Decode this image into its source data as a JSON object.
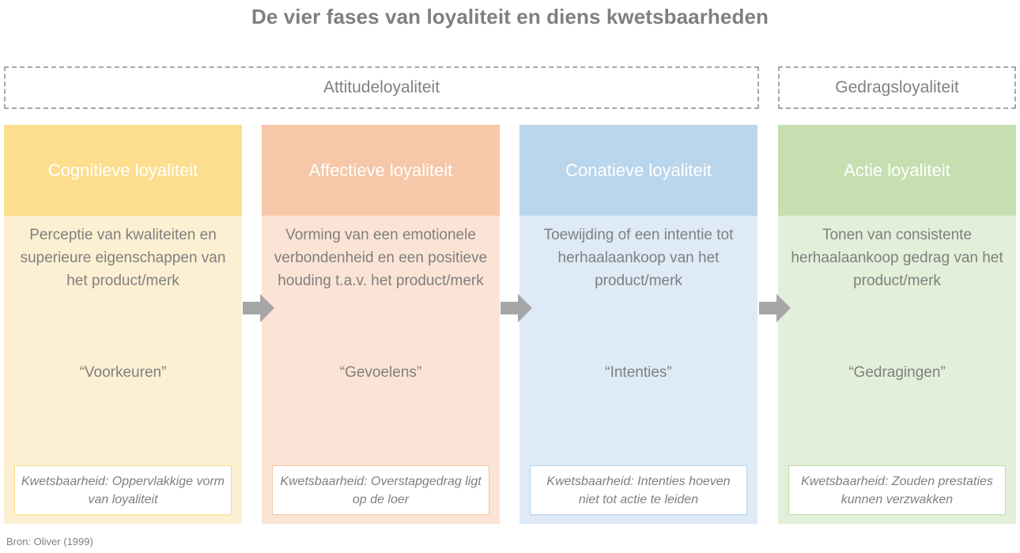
{
  "title": "De vier fases van loyaliteit en diens kwetsbaarheden",
  "groups": [
    {
      "label": "Attitudeloyaliteit"
    },
    {
      "label": "Gedragsloyaliteit"
    }
  ],
  "columns": [
    {
      "header": "Cognitieve loyaliteit",
      "description": "Perceptie van kwaliteiten en superieure eigenschappen van het product/merk",
      "quote": "“Voorkeuren”",
      "vulnerability": "Kwetsbaarheid: Oppervlakkige vorm van loyaliteit",
      "header_color": "#FCDE8E",
      "body_color": "#FDF0D2",
      "border_color": "#F7DC8A"
    },
    {
      "header": "Affectieve loyaliteit",
      "description": "Vorming van een emotionele verbondenheid en een positieve houding t.a.v. het product/merk",
      "quote": "“Gevoelens”",
      "vulnerability": "Kwetsbaarheid: Overstapgedrag ligt op de loer",
      "header_color": "#F7C7A9",
      "body_color": "#FBE4D5",
      "border_color": "#F4C3A3"
    },
    {
      "header": "Conatieve loyaliteit",
      "description": "Toewijding of een intentie tot herhaalaankoop van het product/merk",
      "quote": "“Intenties”",
      "vulnerability": "Kwetsbaarheid: Intenties hoeven niet tot actie te leiden",
      "header_color": "#BAD6EC",
      "body_color": "#DEEAF6",
      "border_color": "#B4D2EA"
    },
    {
      "header": "Actie loyaliteit",
      "description": "Tonen van consistente herhaalaankoop gedrag van het product/merk",
      "quote": "“Gedragingen”",
      "vulnerability": "Kwetsbaarheid: Zouden prestaties kunnen verzwakken",
      "header_color": "#C5DFB0",
      "body_color": "#E2EFD9",
      "border_color": "#BFDCA8"
    }
  ],
  "arrows": [
    {
      "name": "arrow-cognitief-naar-affectief",
      "color": "#A6A6A6"
    },
    {
      "name": "arrow-affectief-naar-conatief",
      "color": "#A6A6A6"
    },
    {
      "name": "arrow-conatief-naar-actie",
      "color": "#A6A6A6"
    }
  ],
  "source": "Bron: Oliver (1999)",
  "colors": {
    "title_gray": "#7F7F7F",
    "text_gray": "#808080",
    "dashed_border": "#A6A6A6",
    "arrow_gray": "#A6A6A6"
  }
}
